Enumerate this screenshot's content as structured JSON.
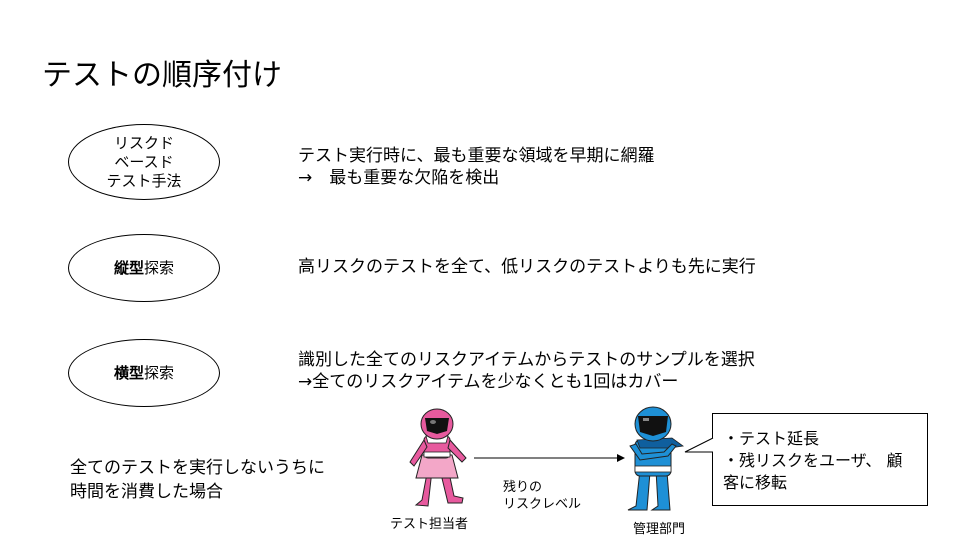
{
  "title": "テストの順序付け",
  "methods": [
    {
      "lines": [
        "リスクド",
        "ベースド",
        "テスト手法"
      ],
      "description": [
        "テスト実行時に、最も重要な領域を早期に網羅",
        "→　最も重要な欠陥を検出"
      ]
    },
    {
      "bold": "縦型",
      "rest": "探索",
      "description": [
        "高リスクのテストを全て、低リスクのテストよりも先に実行"
      ]
    },
    {
      "bold": "横型",
      "rest": "探索",
      "description": [
        "識別した全てのリスクアイテムからテストのサンプルを選択",
        "→全てのリスクアイテムを少なくとも1回はカバー"
      ]
    }
  ],
  "scenario": {
    "condition": [
      "全てのテストを実行しないうちに",
      "時間を消費した場合"
    ],
    "tester_label": "テスト担当者",
    "manager_label": "管理部門",
    "arrow_label": [
      "残りの",
      "リスクレベル"
    ],
    "callout": [
      "・テスト延長",
      "・残リスクをユーザ、 顧",
      "客に移転"
    ]
  },
  "colors": {
    "tester": "#e75a9e",
    "tester_light": "#f3a7c8",
    "manager": "#1e90d6",
    "manager_dark": "#0f5f9e",
    "visor": "#111111"
  }
}
